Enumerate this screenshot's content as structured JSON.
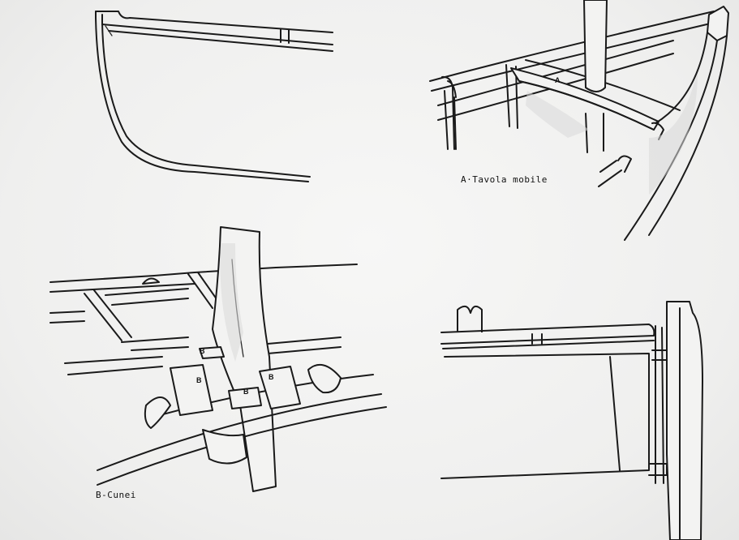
{
  "captions": {
    "tavola": "A·Tavola mobile",
    "cunei": "B-Cunei"
  },
  "markers": {
    "a": "A",
    "b": "B"
  },
  "colors": {
    "paper": "#f1f1f0",
    "ink": "#1a1a1a"
  }
}
